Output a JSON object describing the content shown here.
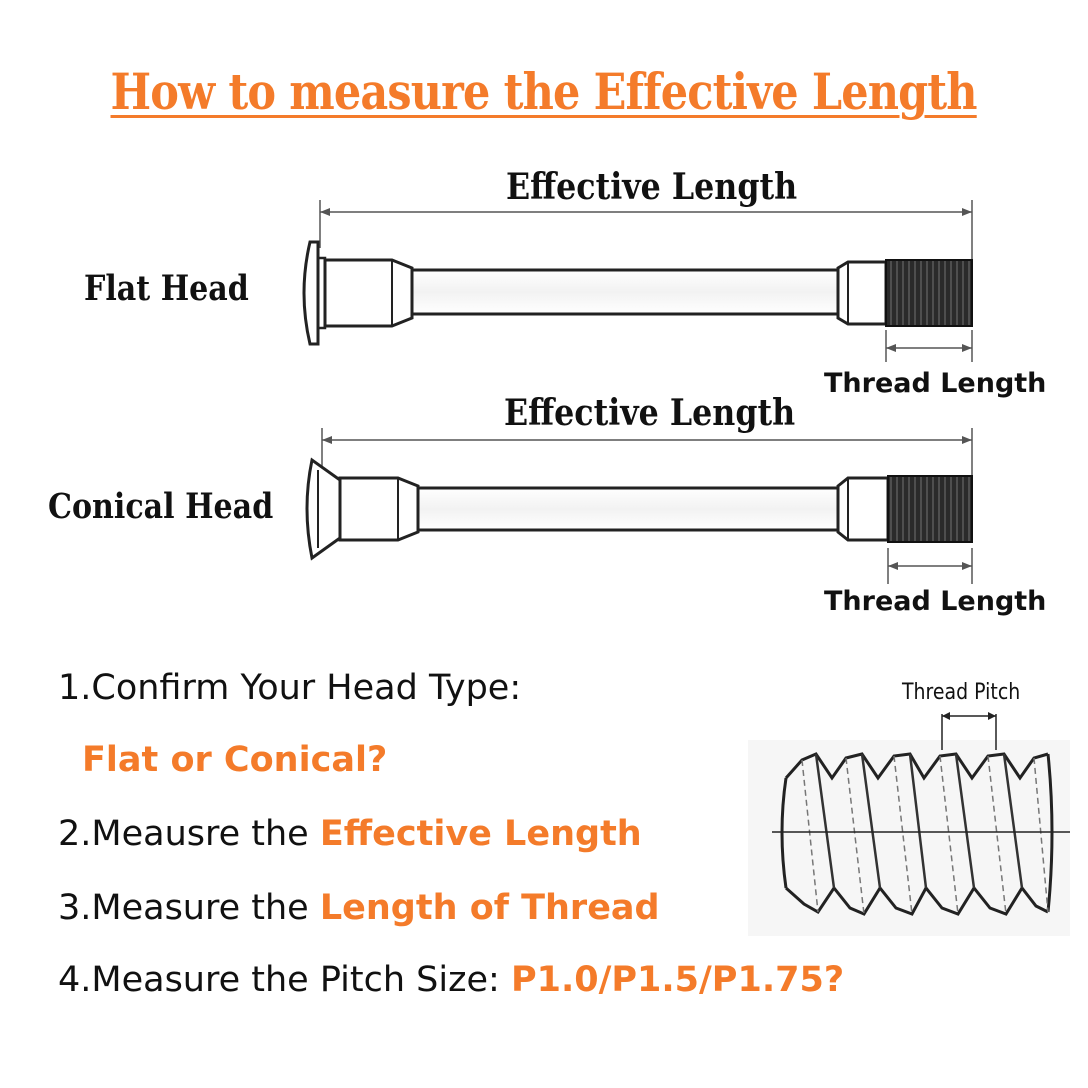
{
  "title": "How to measure the Effective Length",
  "diagrams": {
    "effective_length_label": "Effective Length",
    "thread_length_label": "Thread Length",
    "flat_head_label": "Flat Head",
    "conical_head_label": "Conical Head",
    "thread_pitch_label": "Thread Pitch"
  },
  "steps": [
    {
      "prefix": "1.Confirm Your Head Type:",
      "highlight": ""
    },
    {
      "prefix": "",
      "highlight": "Flat or Conical?"
    },
    {
      "prefix": "2.Meausre the ",
      "highlight": "Effective Length"
    },
    {
      "prefix": "3.Measure the ",
      "highlight": "Length of Thread"
    },
    {
      "prefix": "4.Measure the Pitch Size: ",
      "highlight": "P1.0/P1.5/P1.75?"
    }
  ],
  "colors": {
    "accent": "#f47b2a",
    "text": "#111111"
  }
}
